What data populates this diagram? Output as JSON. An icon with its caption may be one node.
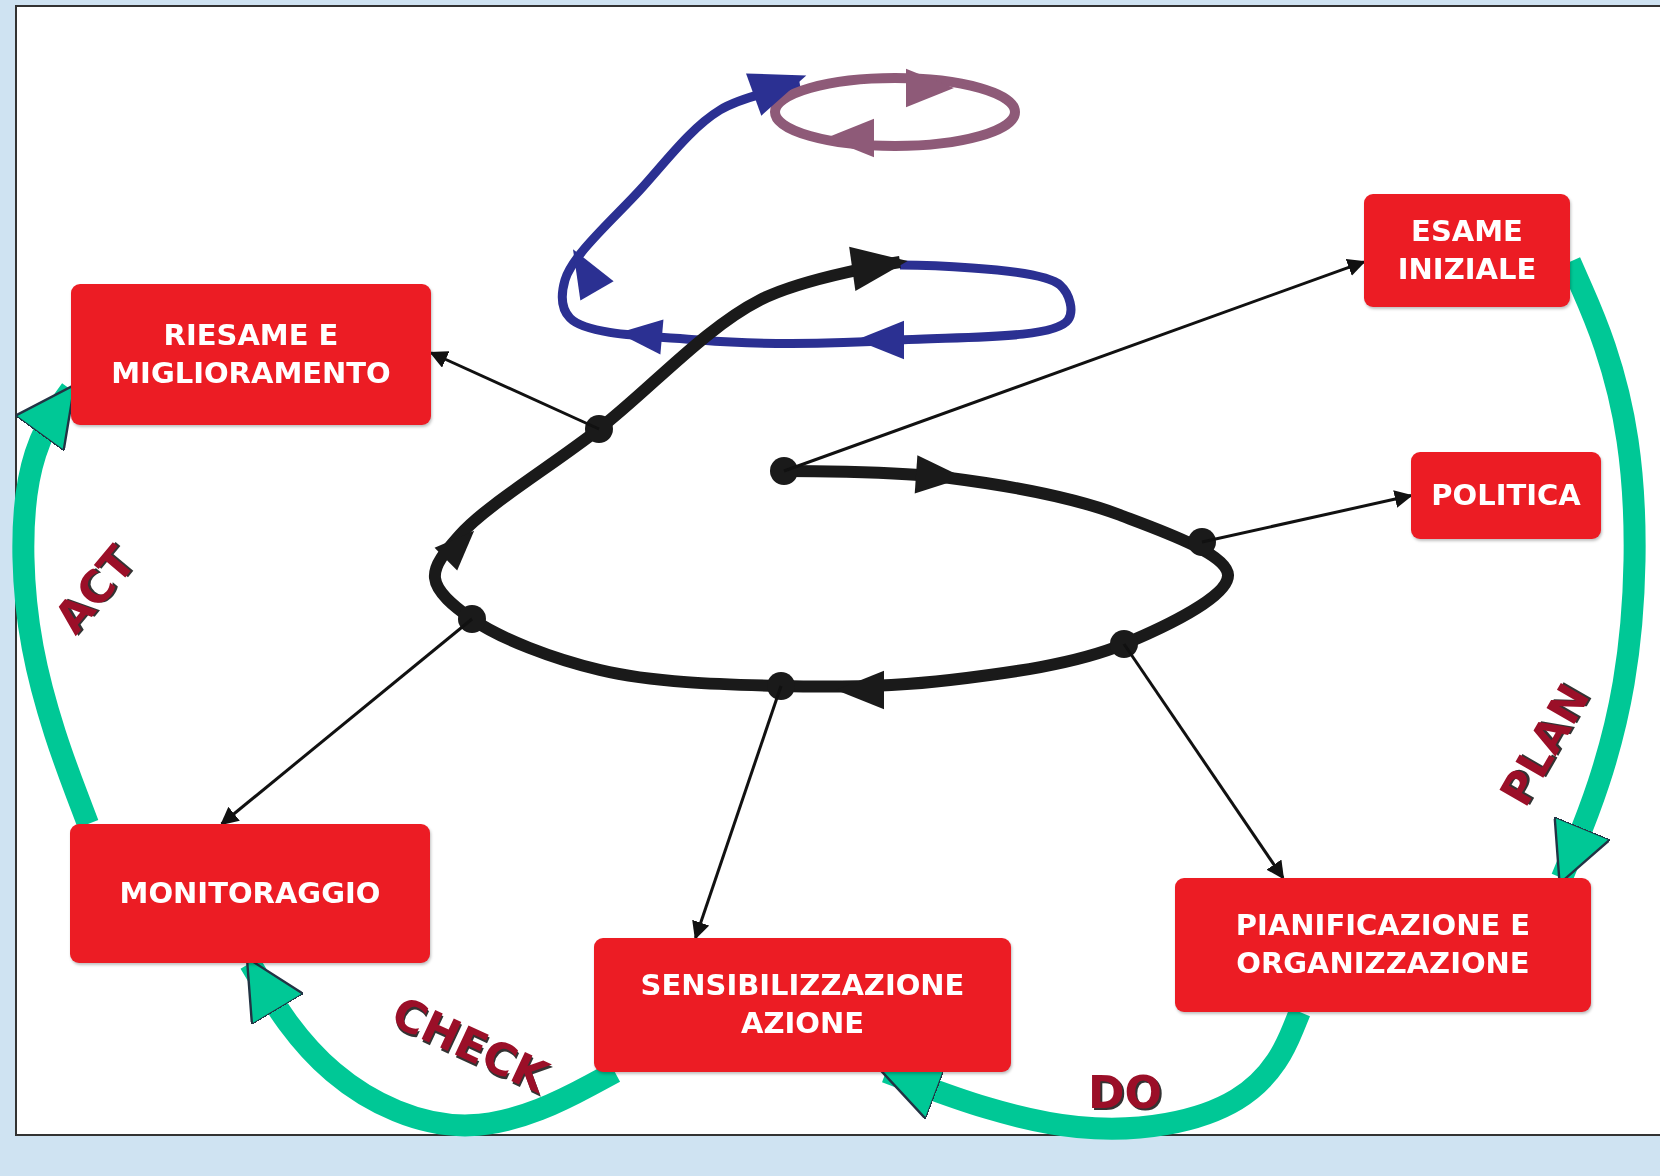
{
  "diagram": {
    "nodes": [
      {
        "text": [
          "ESAME INIZIALE"
        ]
      },
      {
        "text": [
          "RIESAME E MIGLIORAMENTO"
        ]
      },
      {
        "text": [
          "POLITICA"
        ]
      },
      {
        "text": [
          "MONITORAGGIO"
        ]
      },
      {
        "text": [
          "PIANIFICAZIONE E ORGANIZZAZIONE"
        ]
      },
      {
        "text": [
          "SENSIBILIZZAZIONE AZIONE"
        ]
      }
    ],
    "edges": [
      {
        "from": null,
        "to": 0,
        "arrow": "to"
      },
      {
        "from": null,
        "to": 1,
        "arrow": "to"
      },
      {
        "from": null,
        "to": 2,
        "arrow": "to"
      },
      {
        "from": null,
        "to": 3,
        "arrow": "to"
      },
      {
        "from": null,
        "to": 4,
        "arrow": "to"
      },
      {
        "from": null,
        "to": 5,
        "arrow": "to"
      },
      {
        "from": 0,
        "to": 4,
        "arrow": "to",
        "label": "PLAN",
        "style": "thick",
        "color": "#00c896"
      },
      {
        "from": 4,
        "to": 5,
        "arrow": "to",
        "label": "DO",
        "style": "thick",
        "color": "#00c896"
      },
      {
        "from": 5,
        "to": 3,
        "arrow": "to",
        "label": "CHECK",
        "style": "thick",
        "color": "#00c896"
      },
      {
        "from": 3,
        "to": 1,
        "arrow": "to",
        "label": "ACT",
        "style": "thick",
        "color": "#00c896"
      }
    ]
  }
}
